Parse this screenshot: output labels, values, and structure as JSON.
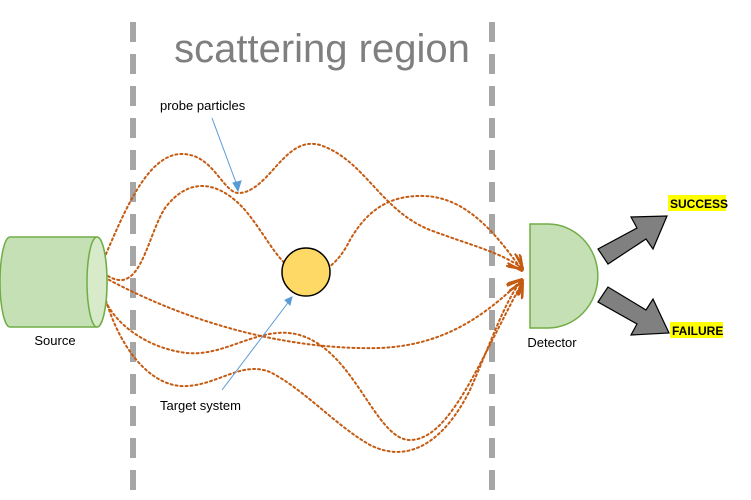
{
  "title": "scattering region",
  "labels": {
    "probe": "probe particles",
    "target": "Target system",
    "source": "Source",
    "detector": "Detector"
  },
  "outcomes": {
    "success": "SUCCESS",
    "failure": "FAILURE"
  },
  "colors": {
    "dashed_region": "#a6a6a6",
    "title": "#7f7f7f",
    "path": "#c55a11",
    "component_fill": "#c5e0b4",
    "component_stroke": "#70ad47",
    "target_fill": "#ffd966",
    "target_stroke": "#000000",
    "pointer": "#5b9bd5",
    "outcome_arrow_fill": "#808080",
    "highlight": "#ffff00"
  }
}
